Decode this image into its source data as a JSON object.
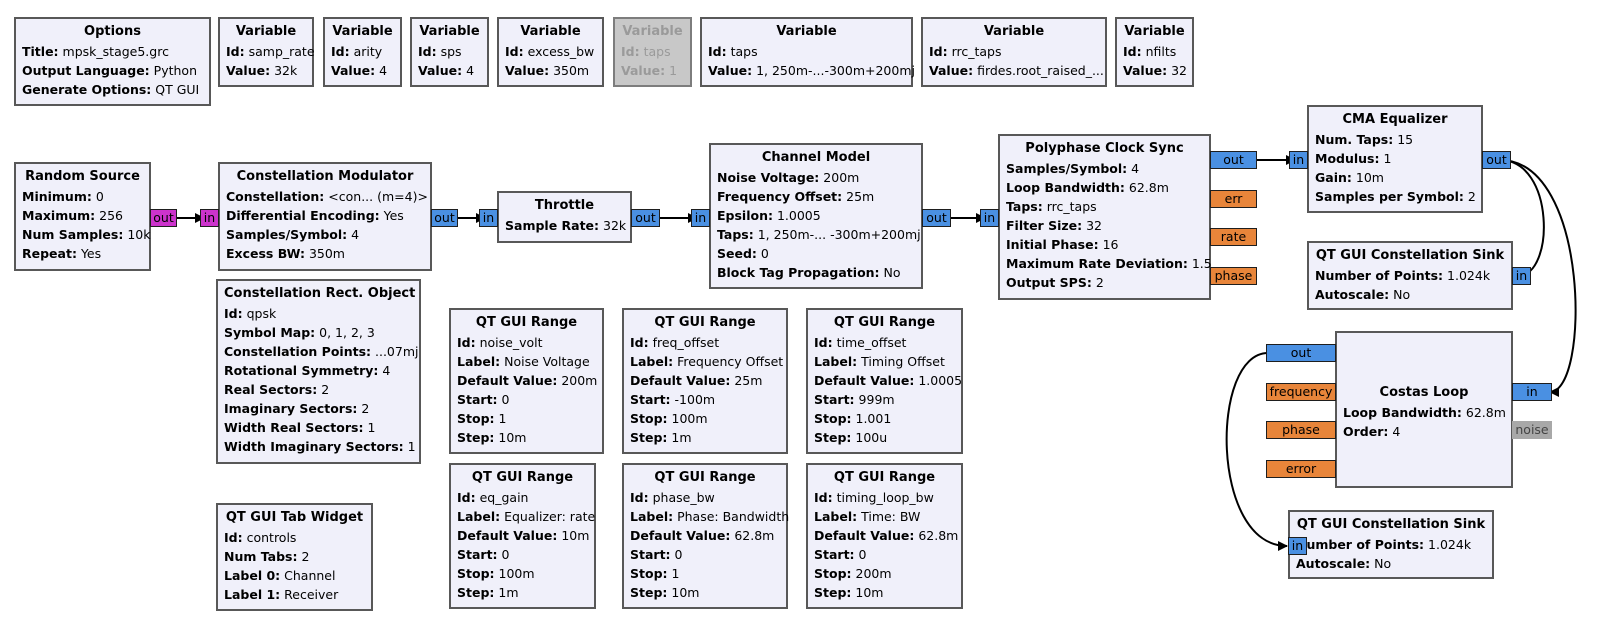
{
  "port_colors": {
    "complex": "#4a90e2",
    "byte": "#cc33cc",
    "message": "#e8853a",
    "disabled": "#a8a8a8"
  },
  "options": {
    "title": "Options",
    "params": [
      {
        "k": "Title:",
        "v": "mpsk_stage5.grc"
      },
      {
        "k": "Output Language:",
        "v": "Python"
      },
      {
        "k": "Generate Options:",
        "v": "QT GUI"
      }
    ]
  },
  "variables": [
    {
      "title": "Variable",
      "params": [
        {
          "k": "Id:",
          "v": "samp_rate"
        },
        {
          "k": "Value:",
          "v": "32k"
        }
      ]
    },
    {
      "title": "Variable",
      "params": [
        {
          "k": "Id:",
          "v": "arity"
        },
        {
          "k": "Value:",
          "v": "4"
        }
      ]
    },
    {
      "title": "Variable",
      "params": [
        {
          "k": "Id:",
          "v": "sps"
        },
        {
          "k": "Value:",
          "v": "4"
        }
      ]
    },
    {
      "title": "Variable",
      "params": [
        {
          "k": "Id:",
          "v": "excess_bw"
        },
        {
          "k": "Value:",
          "v": "350m"
        }
      ]
    },
    {
      "title": "Variable",
      "params": [
        {
          "k": "Id:",
          "v": "taps"
        },
        {
          "k": "Value:",
          "v": "1"
        }
      ]
    },
    {
      "title": "Variable",
      "params": [
        {
          "k": "Id:",
          "v": "taps"
        },
        {
          "k": "Value:",
          "v": "1, 250m-...-300m+200mj"
        }
      ]
    },
    {
      "title": "Variable",
      "params": [
        {
          "k": "Id:",
          "v": "rrc_taps"
        },
        {
          "k": "Value:",
          "v": "firdes.root_raised_..."
        }
      ]
    },
    {
      "title": "Variable",
      "params": [
        {
          "k": "Id:",
          "v": "nfilts"
        },
        {
          "k": "Value:",
          "v": "32"
        }
      ]
    }
  ],
  "random_source": {
    "title": "Random Source",
    "params": [
      {
        "k": "Minimum:",
        "v": "0"
      },
      {
        "k": "Maximum:",
        "v": "256"
      },
      {
        "k": "Num Samples:",
        "v": "10k"
      },
      {
        "k": "Repeat:",
        "v": "Yes"
      }
    ]
  },
  "const_mod": {
    "title": "Constellation Modulator",
    "params": [
      {
        "k": "Constellation:",
        "v": "<con... (m=4)>"
      },
      {
        "k": "Differential Encoding:",
        "v": "Yes"
      },
      {
        "k": "Samples/Symbol:",
        "v": "4"
      },
      {
        "k": "Excess BW:",
        "v": "350m"
      }
    ]
  },
  "throttle": {
    "title": "Throttle",
    "params": [
      {
        "k": "Sample Rate:",
        "v": "32k"
      }
    ]
  },
  "channel": {
    "title": "Channel Model",
    "params": [
      {
        "k": "Noise Voltage:",
        "v": "200m"
      },
      {
        "k": "Frequency Offset:",
        "v": "25m"
      },
      {
        "k": "Epsilon:",
        "v": "1.0005"
      },
      {
        "k": "Taps:",
        "v": "1, 250m-... -300m+200mj"
      },
      {
        "k": "Seed:",
        "v": "0"
      },
      {
        "k": "Block Tag Propagation:",
        "v": "No"
      }
    ]
  },
  "pfb": {
    "title": "Polyphase Clock Sync",
    "params": [
      {
        "k": "Samples/Symbol:",
        "v": "4"
      },
      {
        "k": "Loop Bandwidth:",
        "v": "62.8m"
      },
      {
        "k": "Taps:",
        "v": "rrc_taps"
      },
      {
        "k": "Filter Size:",
        "v": "32"
      },
      {
        "k": "Initial Phase:",
        "v": "16"
      },
      {
        "k": "Maximum Rate Deviation:",
        "v": "1.5"
      },
      {
        "k": "Output SPS:",
        "v": "2"
      }
    ]
  },
  "cma": {
    "title": "CMA Equalizer",
    "params": [
      {
        "k": "Num. Taps:",
        "v": "15"
      },
      {
        "k": "Modulus:",
        "v": "1"
      },
      {
        "k": "Gain:",
        "v": "10m"
      },
      {
        "k": "Samples per Symbol:",
        "v": "2"
      }
    ]
  },
  "sink1": {
    "title": "QT GUI Constellation Sink",
    "params": [
      {
        "k": "Number of Points:",
        "v": "1.024k"
      },
      {
        "k": "Autoscale:",
        "v": "No"
      }
    ]
  },
  "costas": {
    "title": "Costas Loop",
    "params": [
      {
        "k": "Loop Bandwidth:",
        "v": "62.8m"
      },
      {
        "k": "Order:",
        "v": "4"
      }
    ]
  },
  "sink2": {
    "title": "QT GUI Constellation Sink",
    "params": [
      {
        "k": "Number of Points:",
        "v": "1.024k"
      },
      {
        "k": "Autoscale:",
        "v": "No"
      }
    ]
  },
  "rect_obj": {
    "title": "Constellation Rect. Object",
    "params": [
      {
        "k": "Id:",
        "v": "qpsk"
      },
      {
        "k": "Symbol Map:",
        "v": "0, 1, 2, 3"
      },
      {
        "k": "Constellation Points:",
        "v": "...07mj"
      },
      {
        "k": "Rotational Symmetry:",
        "v": "4"
      },
      {
        "k": "Real Sectors:",
        "v": "2"
      },
      {
        "k": "Imaginary Sectors:",
        "v": "2"
      },
      {
        "k": "Width Real Sectors:",
        "v": "1"
      },
      {
        "k": "Width Imaginary Sectors:",
        "v": "1"
      }
    ]
  },
  "tab_widget": {
    "title": "QT GUI Tab Widget",
    "params": [
      {
        "k": "Id:",
        "v": "controls"
      },
      {
        "k": "Num Tabs:",
        "v": "2"
      },
      {
        "k": "Label 0:",
        "v": "Channel"
      },
      {
        "k": "Label 1:",
        "v": "Receiver"
      }
    ]
  },
  "ranges": [
    {
      "title": "QT GUI Range",
      "params": [
        {
          "k": "Id:",
          "v": "noise_volt"
        },
        {
          "k": "Label:",
          "v": "Noise Voltage"
        },
        {
          "k": "Default Value:",
          "v": "200m"
        },
        {
          "k": "Start:",
          "v": "0"
        },
        {
          "k": "Stop:",
          "v": "1"
        },
        {
          "k": "Step:",
          "v": "10m"
        }
      ]
    },
    {
      "title": "QT GUI Range",
      "params": [
        {
          "k": "Id:",
          "v": "freq_offset"
        },
        {
          "k": "Label:",
          "v": "Frequency Offset"
        },
        {
          "k": "Default Value:",
          "v": "25m"
        },
        {
          "k": "Start:",
          "v": "-100m"
        },
        {
          "k": "Stop:",
          "v": "100m"
        },
        {
          "k": "Step:",
          "v": "1m"
        }
      ]
    },
    {
      "title": "QT GUI Range",
      "params": [
        {
          "k": "Id:",
          "v": "time_offset"
        },
        {
          "k": "Label:",
          "v": "Timing Offset"
        },
        {
          "k": "Default Value:",
          "v": "1.0005"
        },
        {
          "k": "Start:",
          "v": "999m"
        },
        {
          "k": "Stop:",
          "v": "1.001"
        },
        {
          "k": "Step:",
          "v": "100u"
        }
      ]
    },
    {
      "title": "QT GUI Range",
      "params": [
        {
          "k": "Id:",
          "v": "eq_gain"
        },
        {
          "k": "Label:",
          "v": "Equalizer: rate"
        },
        {
          "k": "Default Value:",
          "v": "10m"
        },
        {
          "k": "Start:",
          "v": "0"
        },
        {
          "k": "Stop:",
          "v": "100m"
        },
        {
          "k": "Step:",
          "v": "1m"
        }
      ]
    },
    {
      "title": "QT GUI Range",
      "params": [
        {
          "k": "Id:",
          "v": "phase_bw"
        },
        {
          "k": "Label:",
          "v": "Phase: Bandwidth"
        },
        {
          "k": "Default Value:",
          "v": "62.8m"
        },
        {
          "k": "Start:",
          "v": "0"
        },
        {
          "k": "Stop:",
          "v": "1"
        },
        {
          "k": "Step:",
          "v": "10m"
        }
      ]
    },
    {
      "title": "QT GUI Range",
      "params": [
        {
          "k": "Id:",
          "v": "timing_loop_bw"
        },
        {
          "k": "Label:",
          "v": "Time: BW"
        },
        {
          "k": "Default Value:",
          "v": "62.8m"
        },
        {
          "k": "Start:",
          "v": "0"
        },
        {
          "k": "Stop:",
          "v": "200m"
        },
        {
          "k": "Step:",
          "v": "10m"
        }
      ]
    }
  ],
  "ports": {
    "out": "out",
    "in": "in",
    "err": "err",
    "rate": "rate",
    "phase": "phase",
    "frequency": "frequency",
    "error": "error",
    "noise": "noise"
  }
}
